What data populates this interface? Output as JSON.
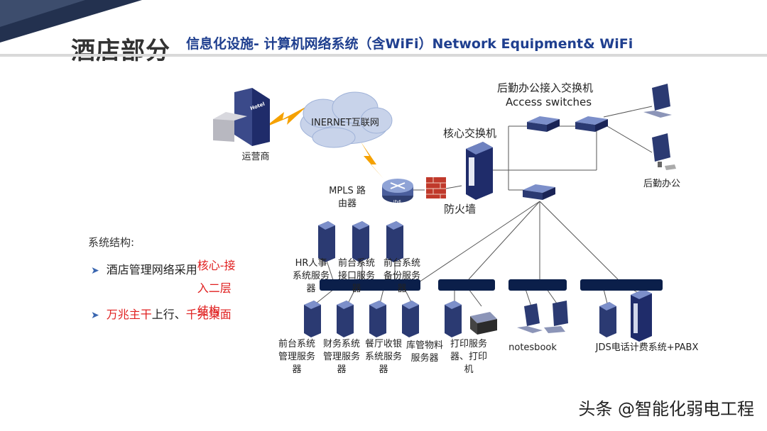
{
  "header": {
    "title": "酒店部分",
    "subtitle": "信息化设施- 计算机网络系统（含WiFi）Network Equipment& WiFi"
  },
  "diagram": {
    "internet": "INERNET互联网",
    "operator": "运营商",
    "router": "MPLS 路由器",
    "router_badge": "IPv6",
    "firewall": "防火墙",
    "core_switch": "核心交换机",
    "access_switch_cn": "后勤办公接入交换机",
    "access_switch_en": "Access switches",
    "back_office": "后勤办公",
    "hotel_tag": "Hotel",
    "servers_top": [
      "HR人事系统服务器",
      "前台系统接口服务器",
      "前台系统备份服务器"
    ],
    "servers_bottom": [
      "前台系统管理服务器",
      "财务系统管理服务器",
      "餐厅收银系统服务器",
      "库管物料服务器",
      "打印服务器、打印机"
    ],
    "notebook": "notesbook",
    "jds": "JDS电话计费系统+PABX"
  },
  "bullets": {
    "heading": "系统结构:",
    "b1_prefix": "酒店管理网络采用",
    "b1_red": "核心-接入二层结构",
    "b2_red1": "万兆主干",
    "b2_mid": "上行、",
    "b2_red2": "千兆桌面"
  },
  "watermark": "头条 @智能化弱电工程",
  "colors": {
    "title_blue": "#1f3f8f",
    "accent_red": "#e02020",
    "corner_navy": "#1c2a4a",
    "switch_navy": "#0b1f4a"
  }
}
